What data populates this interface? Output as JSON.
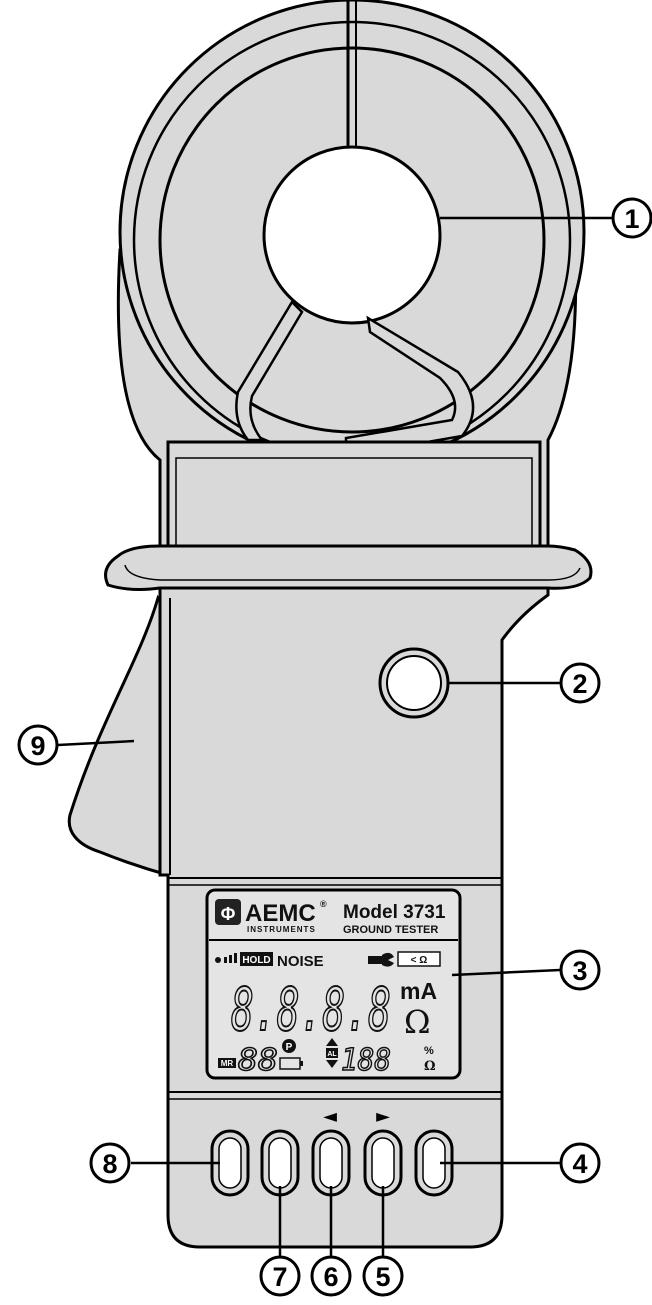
{
  "device": {
    "brand": "AEMC",
    "registered": "®",
    "brand_sub": "INSTRUMENTS",
    "model": "Model 3731",
    "product": "GROUND TESTER"
  },
  "lcd": {
    "hold": "HOLD",
    "noise": "NOISE",
    "compare": "< Ω",
    "main_digits": "8.8.8.8",
    "unit_ma": "mA",
    "unit_ohm": "Ω",
    "mr": "MR",
    "memory_digits": "88",
    "p_icon": "P",
    "al": "AL",
    "alarm_digits": "188",
    "percent": "%",
    "small_ohm": "Ω"
  },
  "nav": {
    "left_arrow": "◄",
    "right_arrow": "►"
  },
  "callouts": [
    "1",
    "2",
    "3",
    "4",
    "5",
    "6",
    "7",
    "8",
    "9"
  ],
  "colors": {
    "body_fill": "#d9d9d9",
    "outline": "#000000",
    "lcd_fill": "#e4e4e4"
  }
}
